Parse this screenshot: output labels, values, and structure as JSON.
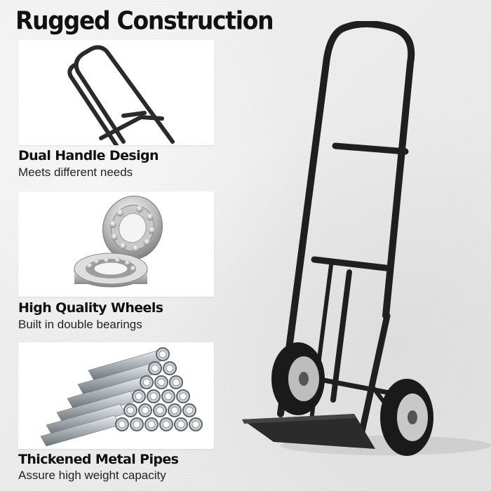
{
  "title": "Rugged Construction",
  "features": [
    {
      "title": "Dual Handle Design",
      "subtitle": "Meets different needs",
      "icon": "handle-icon"
    },
    {
      "title": "High Quality Wheels",
      "subtitle": "Built in double bearings",
      "icon": "bearing-icon"
    },
    {
      "title": "Thickened Metal Pipes",
      "subtitle": "Assure high weight capacity",
      "icon": "pipes-icon"
    }
  ],
  "product": {
    "name": "hand-truck",
    "frame_color": "#1f1f1f",
    "background_color": "#ececec"
  }
}
